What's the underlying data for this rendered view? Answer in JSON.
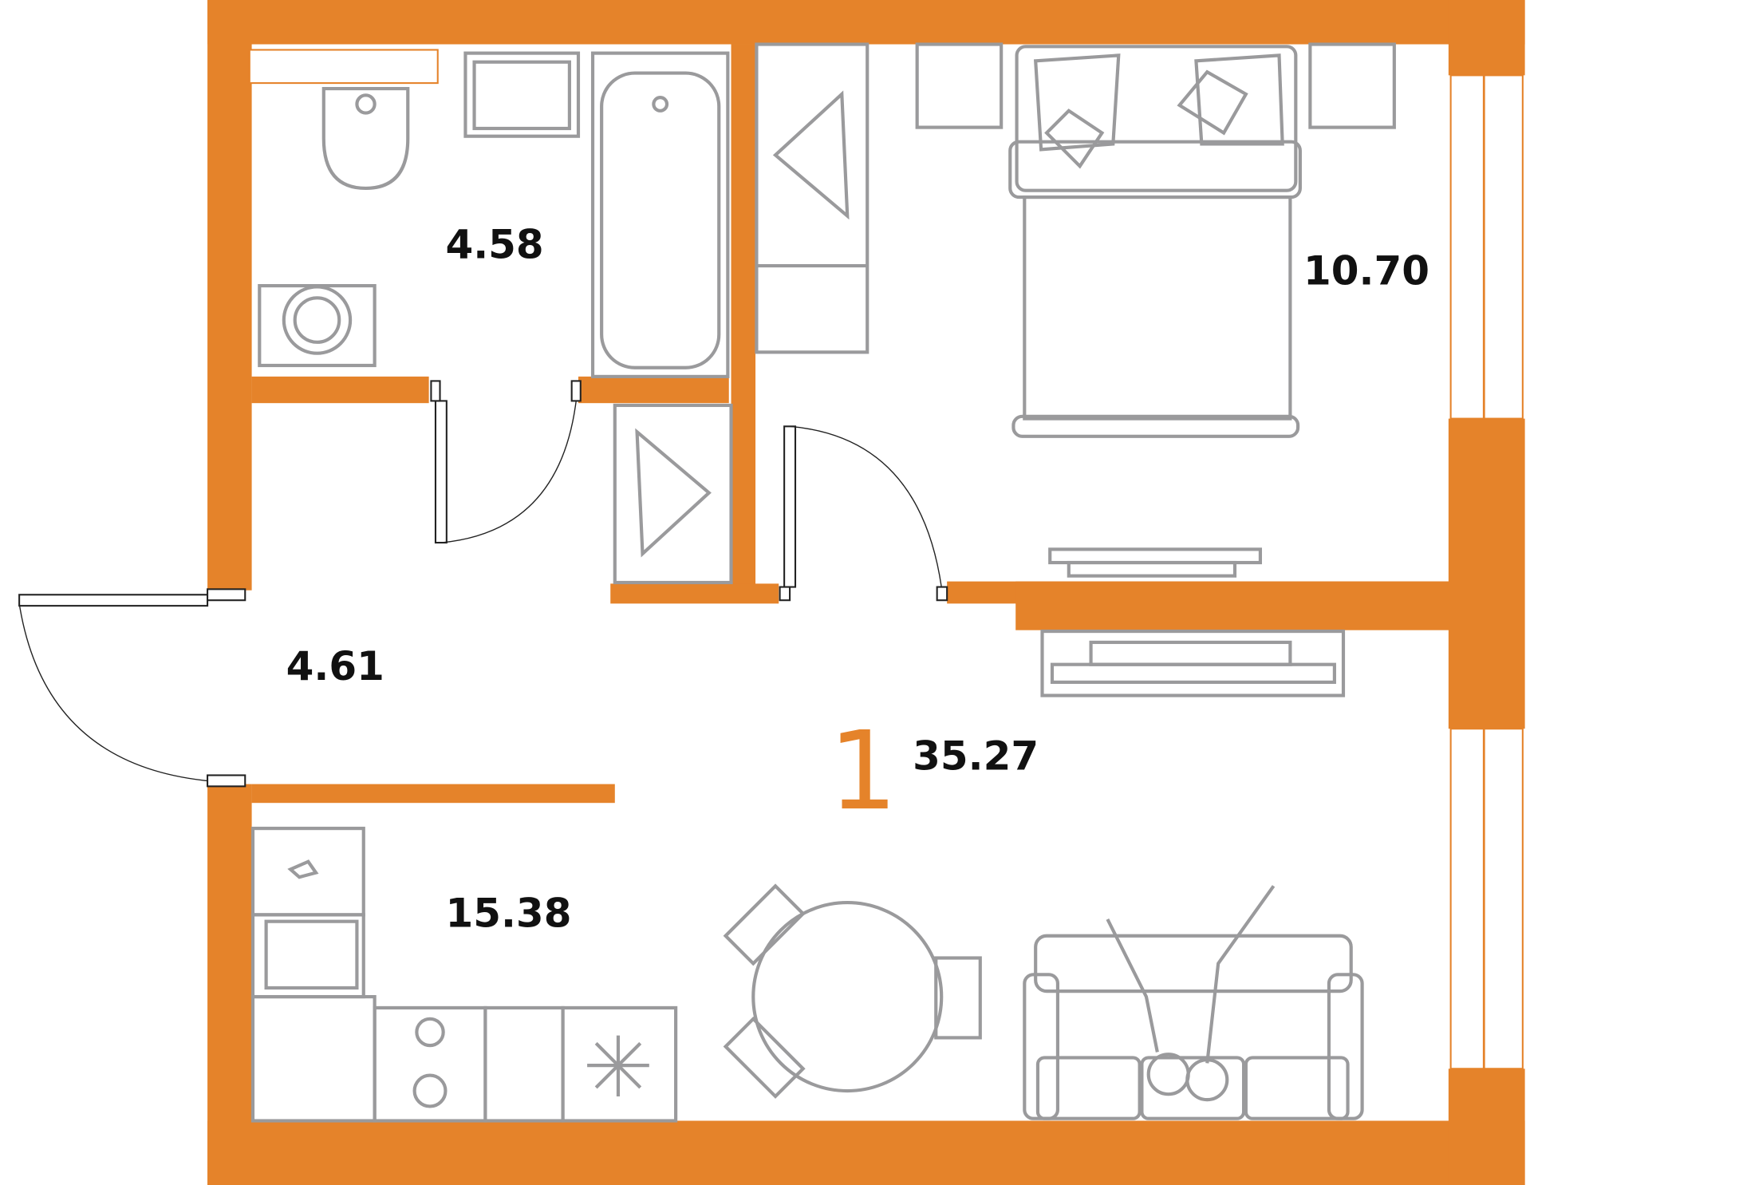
{
  "plan": {
    "rooms_count": "1",
    "total_area": "35.27",
    "areas": {
      "bathroom": "4.58",
      "bedroom": "10.70",
      "hallway": "4.61",
      "kitchen_living": "15.38"
    }
  },
  "colors": {
    "wall": "#E5832A",
    "furniture": "#9a9a9c"
  }
}
